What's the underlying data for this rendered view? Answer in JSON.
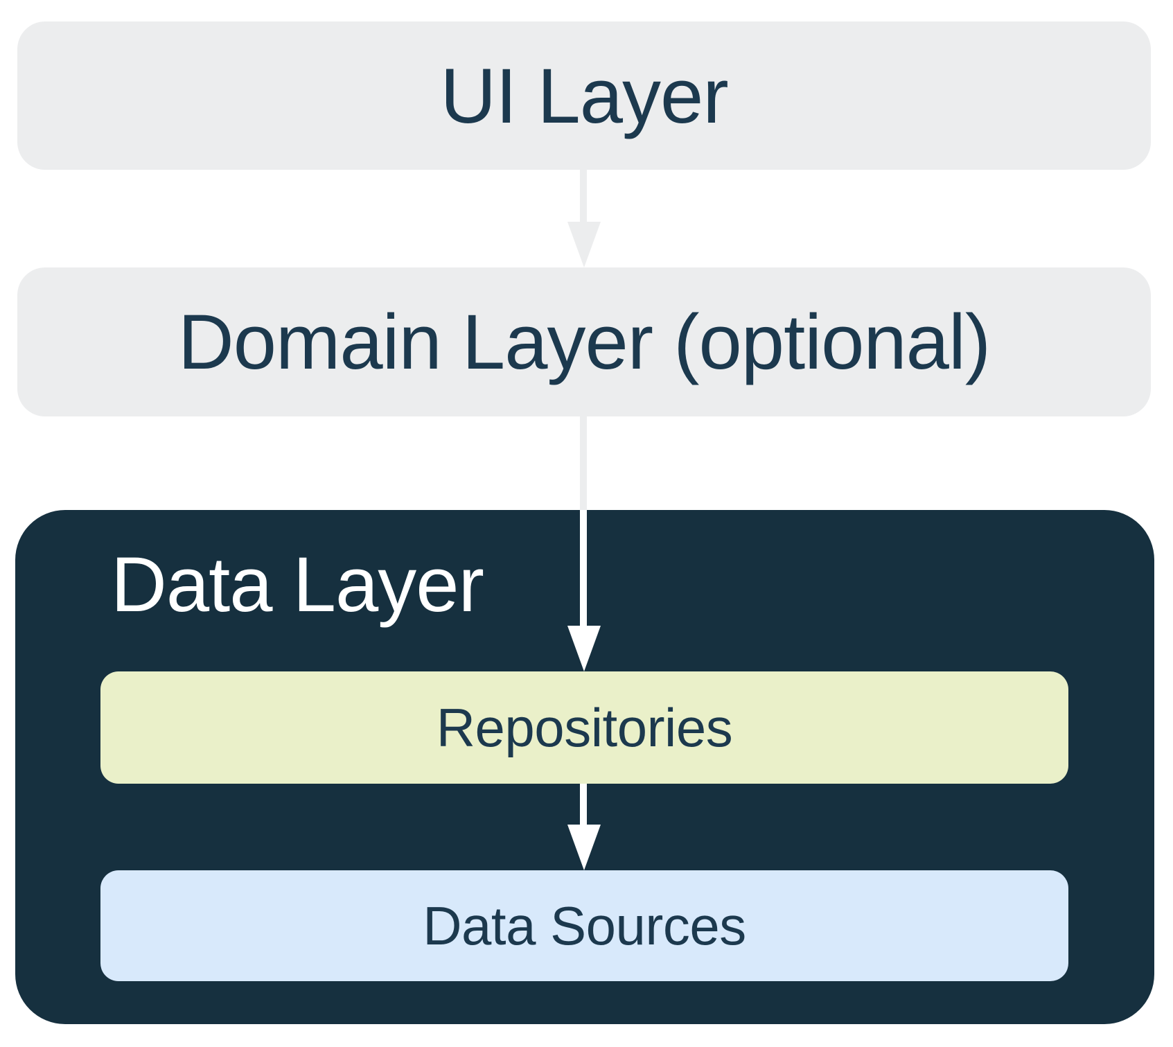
{
  "layers": {
    "ui": {
      "label": "UI Layer"
    },
    "domain": {
      "label": "Domain Layer (optional)"
    },
    "data": {
      "label": "Data Layer",
      "children": {
        "repositories": {
          "label": "Repositories"
        },
        "data_sources": {
          "label": "Data Sources"
        }
      }
    }
  },
  "arrows": [
    {
      "from": "UI Layer",
      "to": "Domain Layer (optional)",
      "style": "solid-gray"
    },
    {
      "from": "Domain Layer (optional)",
      "to": "Repositories",
      "style": "gray-outside-white-inside"
    },
    {
      "from": "Repositories",
      "to": "Data Sources",
      "style": "solid-white"
    }
  ],
  "colors": {
    "background": "#FFFFFF",
    "layer_box_gray": "#ECEDEE",
    "data_layer_navy": "#16303F",
    "repositories_bg": "#EAF0C9",
    "data_sources_bg": "#D8E9FB",
    "label_navy": "#1C394E",
    "label_white": "#FFFFFF",
    "arrow_gray": "#ECEDEE",
    "arrow_white": "#FFFFFF"
  }
}
